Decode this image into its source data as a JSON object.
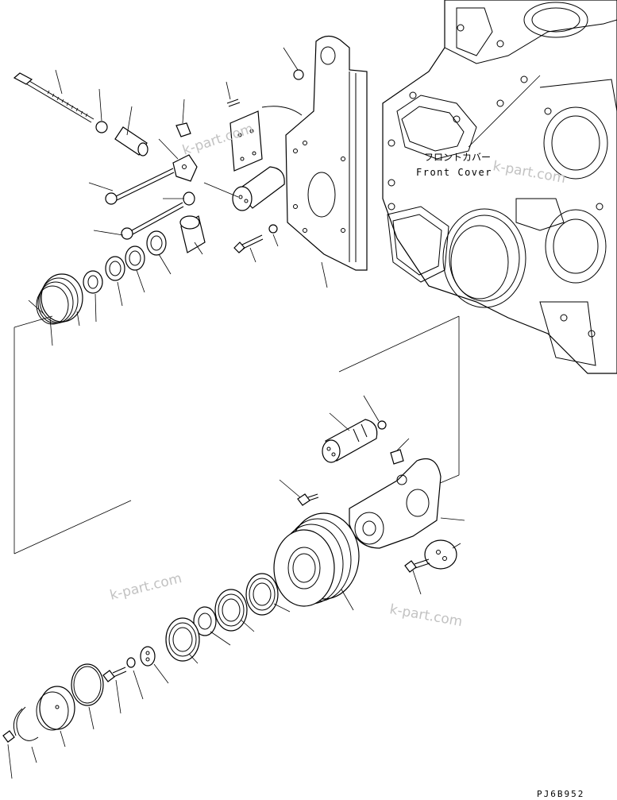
{
  "diagram": {
    "callout_jp": "フロントカバー",
    "callout_en": "Front Cover",
    "drawing_code": "PJ6B952",
    "watermarks": [
      "k-part.com",
      "k-part.com",
      "k-part.com"
    ]
  }
}
